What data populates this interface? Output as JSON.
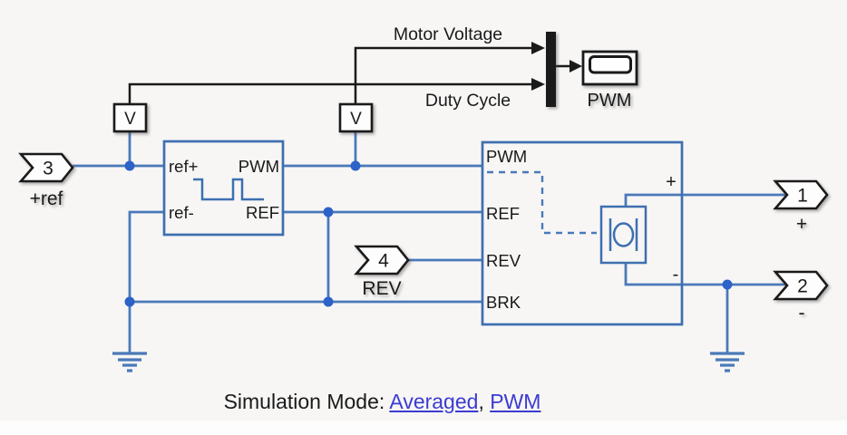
{
  "colors": {
    "background": "#f7f6f5",
    "wire_blue": "#4a79b8",
    "junction_blue": "#2d62c9",
    "block_border_blue": "#3e6fb0",
    "black": "#1a1a1a",
    "link_blue": "#3b3bd1"
  },
  "annotations": {
    "motor_voltage": "Motor Voltage",
    "duty_cycle": "Duty Cycle"
  },
  "blocks": {
    "voltage_sensor_1": {
      "label": "V"
    },
    "voltage_sensor_2": {
      "label": "V"
    },
    "scope": {
      "label": "PWM"
    },
    "pwm_generator": {
      "ports": {
        "ref_plus": "ref+",
        "ref_minus": "ref-",
        "pwm": "PWM",
        "ref": "REF"
      }
    },
    "h_bridge": {
      "ports": {
        "pwm": "PWM",
        "ref": "REF",
        "rev": "REV",
        "brk": "BRK",
        "plus": "+",
        "minus": "-"
      }
    }
  },
  "ports": {
    "inport_3": {
      "number": "3",
      "label": "+ref"
    },
    "inport_4": {
      "number": "4",
      "label": "REV"
    },
    "outport_1": {
      "number": "1",
      "label": "+"
    },
    "outport_2": {
      "number": "2",
      "label": "-"
    }
  },
  "footer": {
    "prefix": "Simulation Mode: ",
    "mode_averaged": "Averaged",
    "separator": ", ",
    "mode_pwm": "PWM"
  }
}
